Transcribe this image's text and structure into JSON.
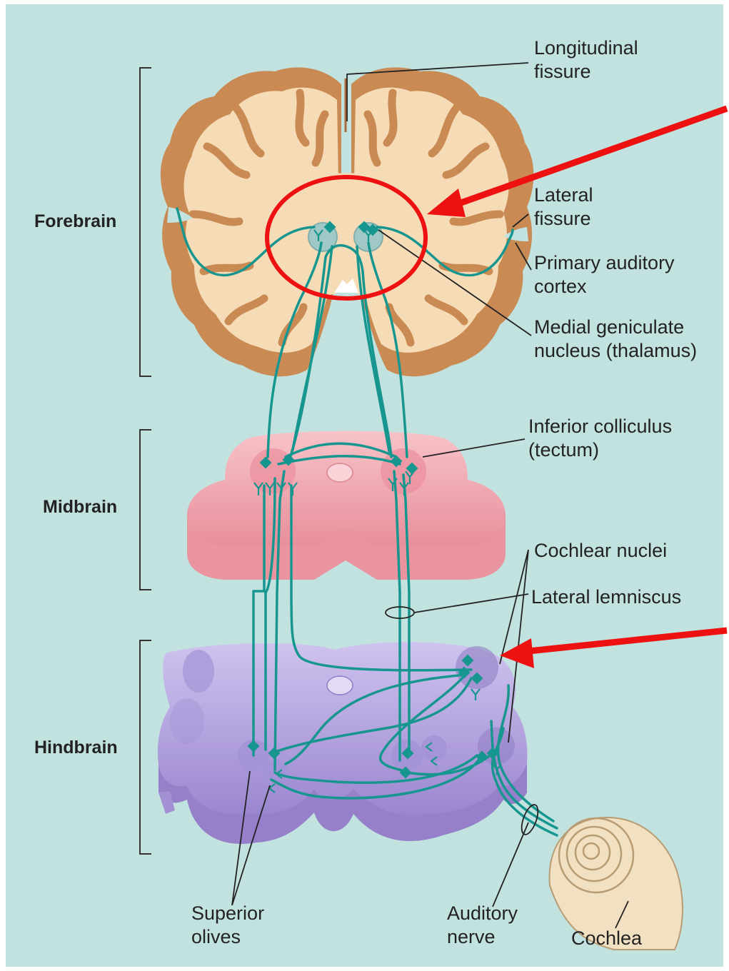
{
  "title": "",
  "regions": {
    "forebrain": "Forebrain",
    "midbrain": "Midbrain",
    "hindbrain": "Hindbrain"
  },
  "labels": {
    "longitudinal_fissure": [
      "Longitudinal",
      "fissure"
    ],
    "lateral_fissure": [
      "Lateral",
      "fissure"
    ],
    "primary_auditory_cortex": [
      "Primary auditory",
      "cortex"
    ],
    "medial_geniculate": [
      "Medial geniculate",
      "nucleus (thalamus)"
    ],
    "inferior_colliculus": [
      "Inferior colliculus",
      "(tectum)"
    ],
    "lateral_lemniscus": "Lateral lemniscus",
    "cochlear_nuclei": "Cochlear nuclei",
    "superior_olives": [
      "Superior",
      "olives"
    ],
    "auditory_nerve": [
      "Auditory",
      "nerve"
    ],
    "cochlea": "Cochlea"
  },
  "colors": {
    "background": "#c2e2e0",
    "cortex_gray": "#c98a54",
    "white_matter": "#f6dcb6",
    "midbrain": "#f0a9b1",
    "hindbrain": "#b6a6dd",
    "tract": "#17968f",
    "highlight": "#ee1111"
  },
  "annotations": {
    "red_circle": "highlight-medial-geniculate",
    "red_arrows": [
      "arrow-to-medial-geniculate",
      "arrow-to-cochlear-nuclei"
    ]
  }
}
